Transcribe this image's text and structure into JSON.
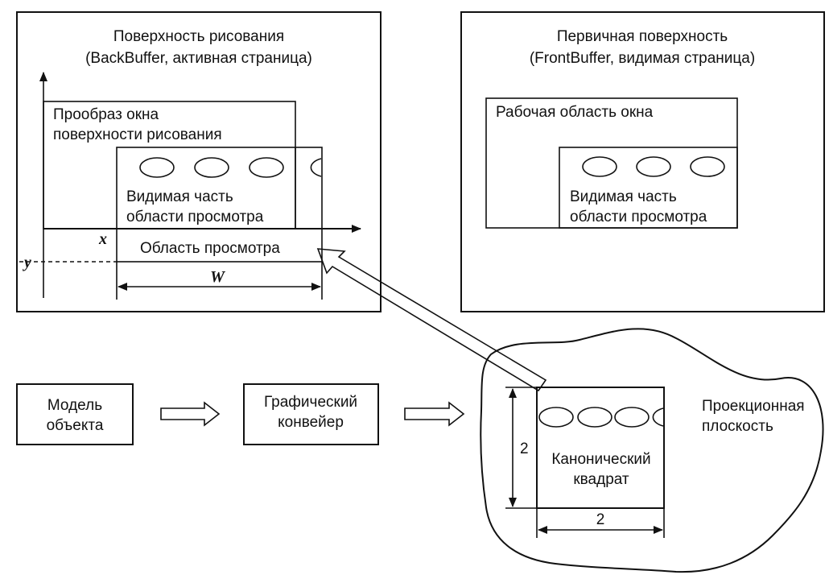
{
  "back_buffer": {
    "title_line1": "Поверхность рисования",
    "title_line2": "(BackBuffer, активная страница)",
    "window_image_line1": "Прообраз окна",
    "window_image_line2": "поверхности рисования",
    "visible_part_line1": "Видимая часть",
    "visible_part_line2": "области просмотра",
    "viewport_label": "Область просмотра",
    "x_label": "x",
    "y_label": "y",
    "w_label": "W"
  },
  "front_buffer": {
    "title_line1": "Первичная поверхность",
    "title_line2": "(FrontBuffer, видимая страница)",
    "client_area_label": "Рабочая область окна",
    "visible_part_line1": "Видимая часть",
    "visible_part_line2": "области просмотра"
  },
  "pipeline": {
    "object_model_line1": "Модель",
    "object_model_line2": "объекта",
    "graphics_pipeline_line1": "Графический",
    "graphics_pipeline_line2": "конвейер"
  },
  "projection": {
    "plane_line1": "Проекционная",
    "plane_line2": "плоскость",
    "square_line1": "Канонический",
    "square_line2": "квадрат",
    "height_label": "2",
    "width_label": "2"
  }
}
